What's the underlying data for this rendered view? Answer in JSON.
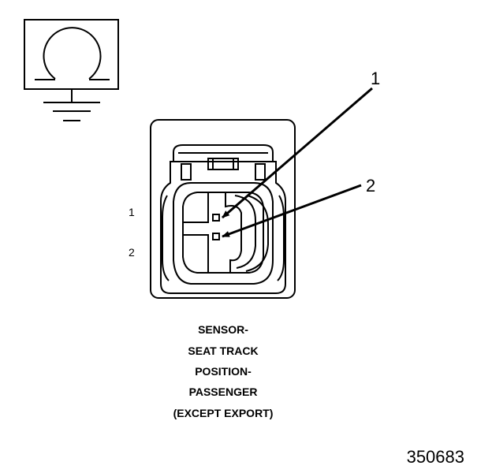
{
  "symbol": {
    "icon": "sensor-ground-symbol-icon"
  },
  "connector": {
    "pin_labels": [
      "1",
      "2"
    ],
    "callouts": [
      "1",
      "2"
    ]
  },
  "caption": {
    "lines": [
      "SENSOR-",
      "SEAT TRACK",
      "POSITION-",
      "PASSENGER",
      "(EXCEPT EXPORT)"
    ]
  },
  "figure_number": "350683"
}
